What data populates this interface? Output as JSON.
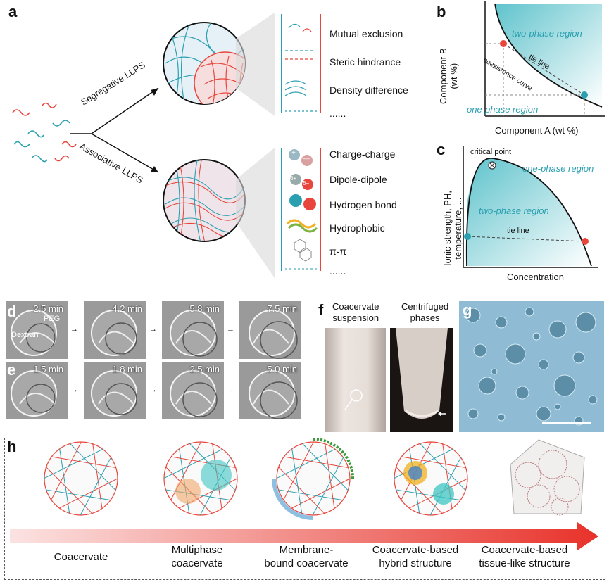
{
  "panel_letters": {
    "a": "a",
    "b": "b",
    "c": "c",
    "d": "d",
    "e": "e",
    "f": "f",
    "g": "g",
    "h": "h"
  },
  "panel_a": {
    "branch_top": "Segregative LLPS",
    "branch_bottom": "Associative LLPS",
    "segregative_mechanisms": [
      "Mutual exclusion",
      "Steric hindrance",
      "Density difference",
      "......"
    ],
    "associative_mechanisms": [
      "Charge-charge",
      "Dipole-dipole",
      "Hydrogen bond",
      "Hydrophobic",
      "π-π",
      "......"
    ],
    "charge_symbols": {
      "plus": "+",
      "minus": "—",
      "delta_plus": "δ+",
      "delta_minus": "δ−"
    }
  },
  "panel_b": {
    "ylabel_line1": "Component B",
    "ylabel_line2": "(wt %)",
    "xlabel": "Component A (wt %)",
    "region_upper": "two-phase region",
    "region_lower": "one-phase region",
    "tie_line": "tie line",
    "curve": "coexistence curve"
  },
  "panel_c": {
    "ylabel_line1": "Ionic strength, PH,",
    "ylabel_line2": "temperature, ...",
    "xlabel": "Concentration",
    "critical_point": "critical point",
    "region_outer": "one-phase region",
    "region_inner": "two-phase region",
    "tie_line": "tie line"
  },
  "panel_d": {
    "times": [
      "2.5 min",
      "4.2 min",
      "5.8 min",
      "7.5 min"
    ],
    "label_peg": "PEG",
    "label_dextran": "Dextran"
  },
  "panel_e": {
    "times": [
      "1.5 min",
      "1.8 min",
      "2.5 min",
      "5.0 min"
    ]
  },
  "panel_f": {
    "left_line1": "Coacervate",
    "left_line2": "suspension",
    "right_line1": "Centrifuged",
    "right_line2": "phases"
  },
  "panel_h": {
    "stages": [
      {
        "line1": "Coacervate",
        "line2": ""
      },
      {
        "line1": "Multiphase",
        "line2": "coacervate"
      },
      {
        "line1": "Membrane-",
        "line2": "bound coacervate"
      },
      {
        "line1": "Coacervate-based",
        "line2": "hybrid structure"
      },
      {
        "line1": "Coacervate-based",
        "line2": "tissue-like structure"
      }
    ]
  },
  "colors": {
    "teal": "#2a9fb0",
    "red": "#e8463c",
    "region_teal": "#5fc3cc",
    "arrow_red": "#e8322a"
  }
}
